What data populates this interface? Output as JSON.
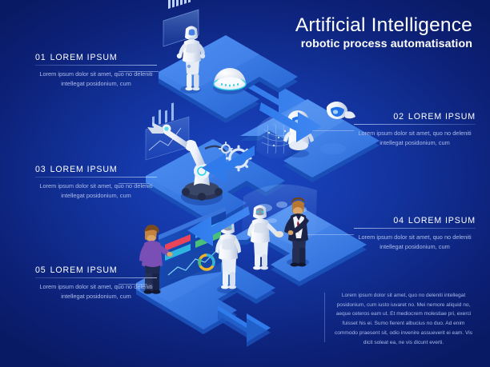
{
  "header": {
    "title": "Artificial Intelligence",
    "subtitle": "robotic process automatisation"
  },
  "colors": {
    "bg_dark": "#0b2073",
    "bg_mid": "#1539ab",
    "bg_light": "#1a47c4",
    "platform_top": "#2a6de0",
    "platform_top_light": "#4a8bf0",
    "platform_side": "#1c4fba",
    "arrow": "#2f7bec",
    "text_primary": "#ffffff",
    "text_secondary": "#aebde9",
    "accent_line": "#b0c7f6",
    "robot_white": "#f2f5fb",
    "visor_blue": "#1f72e8",
    "person_shirt": "#7a4fb5",
    "suit_dark": "#1b2447"
  },
  "callouts": [
    {
      "num": "01",
      "label": "LOREM IPSUM",
      "body": "Lorem ipsum dolor sit amet, quo no deleniti intellegat posidonium, cum",
      "side": "left"
    },
    {
      "num": "02",
      "label": "LOREM IPSUM",
      "body": "Lorem ipsum dolor sit amet, quo no deleniti intellegat posidonium, cum",
      "side": "right"
    },
    {
      "num": "03",
      "label": "LOREM IPSUM",
      "body": "Lorem ipsum dolor sit amet, quo no deleniti intellegat posidonium, cum",
      "side": "left"
    },
    {
      "num": "04",
      "label": "LOREM IPSUM",
      "body": "Lorem ipsum dolor sit amet, quo no deleniti intellegat posidonium, cum",
      "side": "right"
    },
    {
      "num": "05",
      "label": "LOREM IPSUM",
      "body": "Lorem ipsum dolor sit amet, quo no deleniti intellegat posidonium, cum",
      "side": "left"
    }
  ],
  "bottom_paragraph": "Lorem ipsum dolor sit amet, quo no deleniti intellegat posidonium, cum iusto iuvaret no. Mei nemore aliquid no, aeque ceteros eam ut. Et mediocrem molestiae pri, exerci fuisset his ei. Sumo fierent albucius no duo. Ad enim commodo praesent sit, odio invenire assueverit ei eam. Vis dicit soleat ea, ne vis dicunt everti.",
  "scene": {
    "steps": [
      {
        "id": "step-1",
        "caption": "humanoid robot with holographic bar chart and dome assistant device"
      },
      {
        "id": "step-2",
        "caption": "small service robots with blue visors and network hologram"
      },
      {
        "id": "step-3",
        "caption": "industrial robotic arm with gear icons and analytics screen"
      },
      {
        "id": "step-4",
        "caption": "android robot shaking hands with businessman in front of world map"
      },
      {
        "id": "step-5",
        "caption": "person at dashboard interface beside standing humanoid robot"
      }
    ]
  }
}
